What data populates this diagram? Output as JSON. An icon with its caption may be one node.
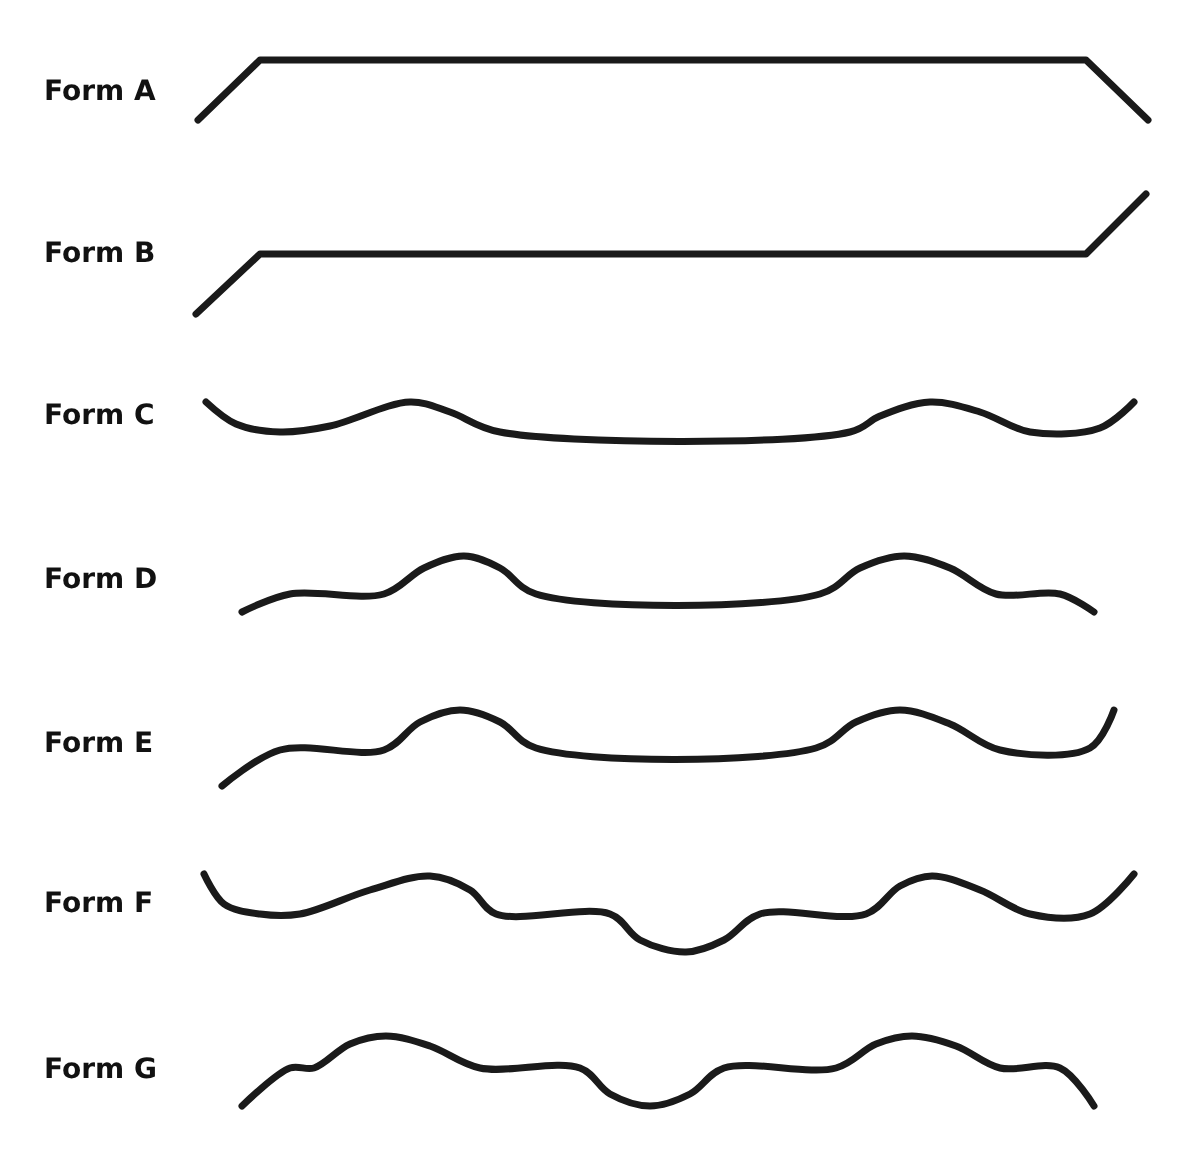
{
  "diagram": {
    "labels": [
      "Form A",
      "Form B",
      "Form C",
      "Form D",
      "Form E",
      "Form F",
      "Form G"
    ]
  }
}
